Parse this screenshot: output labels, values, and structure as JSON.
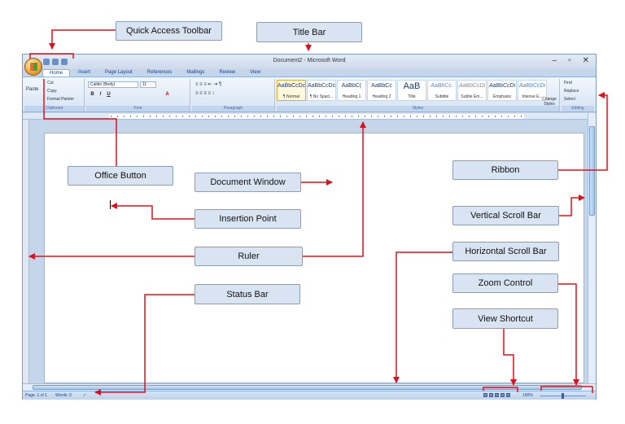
{
  "window": {
    "title": "Document2 - Microsoft Word",
    "tabs": [
      "Home",
      "Insert",
      "Page Layout",
      "References",
      "Mailings",
      "Review",
      "View"
    ],
    "clipboard": {
      "paste": "Paste",
      "cut": "Cut",
      "copy": "Copy",
      "format_painter": "Format Painter",
      "label": "Clipboard"
    },
    "font": {
      "name": "Calibri (Body)",
      "size": "11",
      "label": "Font"
    },
    "paragraph_label": "Paragraph",
    "styles": [
      {
        "preview": "AaBbCcDc",
        "name": "¶ Normal"
      },
      {
        "preview": "AaBbCcDc",
        "name": "¶ No Spaci..."
      },
      {
        "preview": "AaBbC(",
        "name": "Heading 1"
      },
      {
        "preview": "AaBbCc",
        "name": "Heading 2"
      },
      {
        "preview": "AaB",
        "name": "Title"
      },
      {
        "preview": "AaBbCc.",
        "name": "Subtitle"
      },
      {
        "preview": "AaBbCcDi",
        "name": "Subtle Em..."
      },
      {
        "preview": "AaBbCcDi",
        "name": "Emphasis"
      },
      {
        "preview": "AaBbCcDi",
        "name": "Intense E..."
      }
    ],
    "change_styles": "Change Styles",
    "styles_label": "Styles",
    "editing": {
      "find": "Find",
      "replace": "Replace",
      "select": "Select",
      "label": "Editing"
    },
    "status": {
      "page": "Page: 1 of 1",
      "words": "Words: 0",
      "zoom": "100%"
    }
  },
  "callouts": {
    "quick_access_toolbar": "Quick Access Toolbar",
    "title_bar": "Title Bar",
    "office_button": "Office Button",
    "document_window": "Document Window",
    "ribbon": "Ribbon",
    "insertion_point": "Insertion Point",
    "vertical_scroll_bar": "Vertical Scroll Bar",
    "ruler": "Ruler",
    "horizontal_scroll_bar": "Horizontal Scroll Bar",
    "status_bar": "Status Bar",
    "zoom_control": "Zoom Control",
    "view_shortcut": "View Shortcut"
  },
  "colors": {
    "arrow": "#e0101a",
    "callout_bg": "#d9e4f2",
    "ribbon": "#d6e3f4"
  }
}
